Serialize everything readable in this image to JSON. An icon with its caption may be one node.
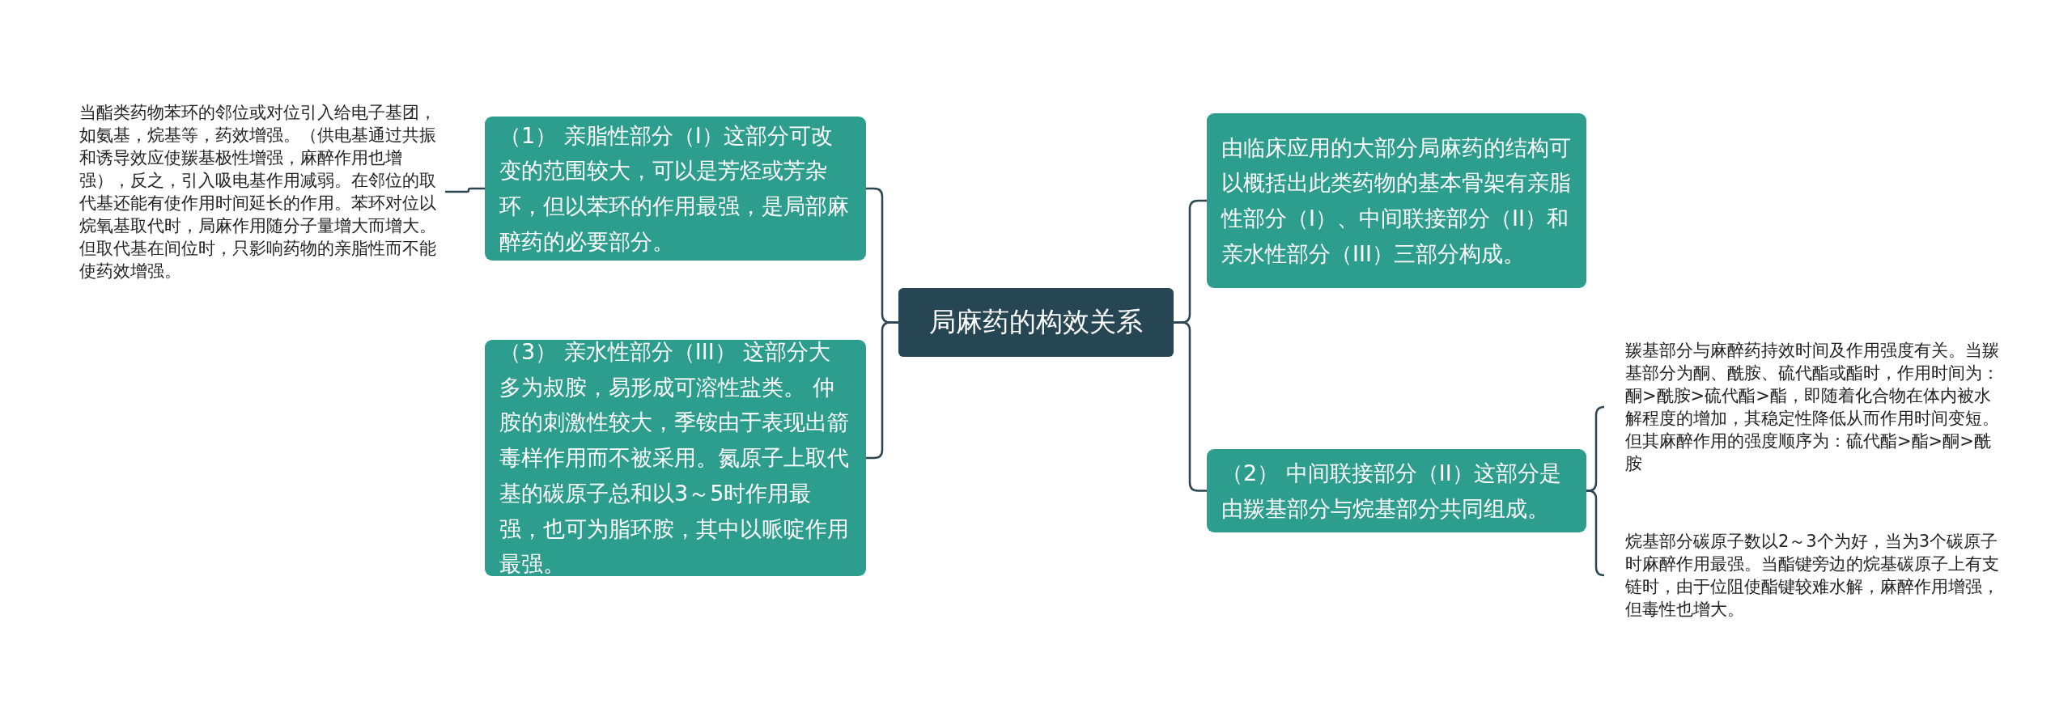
{
  "diagram": {
    "nodes": [
      {
        "text": [
          "局麻药的构效关系"
        ]
      },
      {
        "text": [
          "（1） 亲脂性部分（I）这部分可改变的范围较大，可以是芳烃或芳杂环，但以苯环的作用最强，是局部麻醉药的必要部分。"
        ]
      },
      {
        "text": [
          "当酯类药物苯环的邻位或对位引入给电子基团，如氨基，烷基等，药效增强。（供电基通过共振和诱导效应使羰基极性增强，麻醉作用也增强），反之，引入吸电基作用减弱。在邻位的取代基还能有使作用时间延长的作用。苯环对位以烷氧基取代时，局麻作用随分子量增大而增大。但取代基在间位时，只影响药物的亲脂性而不能使药效增强。"
        ]
      },
      {
        "text": [
          "（3） 亲水性部分（III） 这部分大多为叔胺，易形成可溶性盐类。 仲胺的刺激性较大，季铵由于表现出箭毒样作用而不被采用。氮原子上取代基的碳原子总和以3～5时作用最强，也可为脂环胺，其中以哌啶作用最强。"
        ]
      },
      {
        "text": [
          "由临床应用的大部分局麻药的结构可以概括出此类药物的基本骨架有亲脂性部分（I）、中间联接部分（II）和亲水性部分（III）三部分构成。"
        ]
      },
      {
        "text": [
          "（2） 中间联接部分（II）这部分是由羰基部分与烷基部分共同组成。"
        ]
      },
      {
        "text": [
          "羰基部分与麻醉药持效时间及作用强度有关。当羰基部分为酮、酰胺、硫代酯或酯时，作用时间为：酮>酰胺>硫代酯>酯，即随着化合物在体内被水解程度的增加，其稳定性降低从而作用时间变短。但其麻醉作用的强度顺序为：硫代酯>酯>酮>酰胺"
        ]
      },
      {
        "text": [
          "烷基部分碳原子数以2～3个为好，当为3个碳原子时麻醉作用最强。当酯键旁边的烷基碳原子上有支链时，由于位阻使酯键较难水解，麻醉作用增强，但毒性也增大。"
        ]
      }
    ],
    "edges": [
      {
        "from": 0,
        "to": 1,
        "arrow": "none"
      },
      {
        "from": 0,
        "to": 3,
        "arrow": "none"
      },
      {
        "from": 0,
        "to": 4,
        "arrow": "none"
      },
      {
        "from": 0,
        "to": 5,
        "arrow": "none"
      },
      {
        "from": 1,
        "to": 2,
        "arrow": "none"
      },
      {
        "from": 5,
        "to": 6,
        "arrow": "none"
      },
      {
        "from": 5,
        "to": 7,
        "arrow": "none"
      }
    ]
  }
}
